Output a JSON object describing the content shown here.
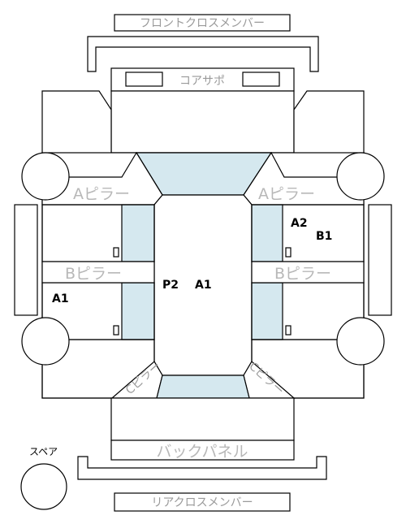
{
  "labels": {
    "front_cross_member": "フロントクロスメンバー",
    "core_support": "コアサポ",
    "a_pillar_left": "Aピラー",
    "a_pillar_right": "Aピラー",
    "b_pillar_left": "Bピラー",
    "b_pillar_right": "Bピラー",
    "c_pillar_left": "Cピラー",
    "c_pillar_right": "Cピラー",
    "back_panel": "バックパネル",
    "rear_cross_member": "リアクロスメンバー",
    "spare": "スペア"
  },
  "marks": {
    "a2": "A2",
    "b1": "B1",
    "p2": "P2",
    "a1_center": "A1",
    "a1_left": "A1"
  }
}
